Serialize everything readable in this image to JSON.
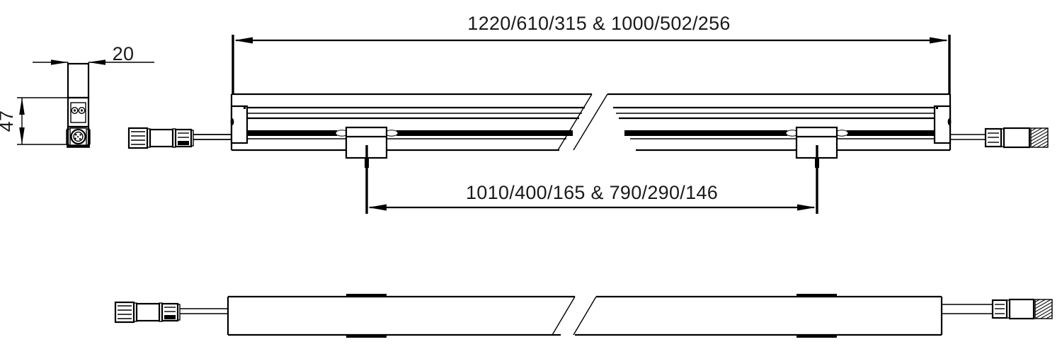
{
  "drawing": {
    "title": "Linear LED luminaire dimensional drawing",
    "units": "mm",
    "dimensions": {
      "overall_length": {
        "label": "1220/610/315 & 1000/502/256",
        "name": "overall-length",
        "position": "top"
      },
      "mounting_spacing": {
        "label": "1010/400/165 & 790/290/146",
        "name": "mounting-bracket-spacing",
        "position": "bottom-center"
      },
      "width": {
        "label": "20",
        "name": "profile-width",
        "position": "end-view-top"
      },
      "height": {
        "label": "47",
        "name": "profile-height",
        "position": "end-view-left"
      }
    },
    "views": {
      "end_view": {
        "name": "end-section-view",
        "caption": ""
      },
      "front_view": {
        "name": "front-elevation-view",
        "caption": ""
      },
      "bottom_view": {
        "name": "bottom-plan-view",
        "caption": ""
      }
    },
    "components": {
      "connector_left": "input-cable-connector",
      "connector_right": "output-cable-connector",
      "bracket_left": "mounting-bracket-left",
      "bracket_right": "mounting-bracket-right",
      "break_symbol": "break-line-symbol",
      "socket": "circular-pin-socket",
      "screws": "fixing-screws"
    },
    "colors": {
      "line": "#000000",
      "text": "#1a1a1a",
      "background": "#ffffff"
    }
  }
}
